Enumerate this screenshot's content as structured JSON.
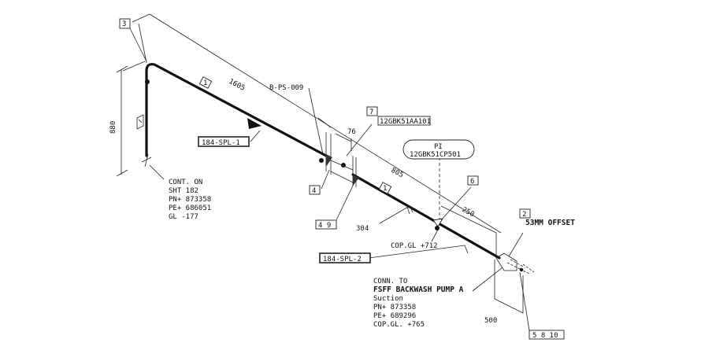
{
  "callouts": {
    "c3": "3",
    "c7": "7",
    "c6": "6",
    "c2": "2",
    "c4": "4",
    "c49": "4  9",
    "c5810": "5  8  10",
    "seg1": "1",
    "seg1b": "1"
  },
  "dimensions": {
    "d1605": "1605",
    "d880": "880",
    "d76": "76",
    "d805": "805",
    "d250": "250",
    "d304": "304",
    "d500": "500"
  },
  "labels": {
    "bps": "B-PS-009",
    "tag7": "12GBK51AA101",
    "pi_title": "PI",
    "pi_tag": "12GBK51CP501",
    "spl1": "184-SPL-1",
    "spl2": "184-SPL-2",
    "offset": "53MM  OFFSET",
    "cop_gl": "COP.GL  +712"
  },
  "cont_on": [
    "CONT. ON",
    "SHT 182",
    "PN+  873358",
    "PE+  686051",
    "GL  -177"
  ],
  "conn_to": [
    "CONN. TO",
    "FSFF BACKWASH PUMP A",
    "Suction",
    "PN+  873358",
    "PE+  689296",
    "COP.GL. +765"
  ]
}
